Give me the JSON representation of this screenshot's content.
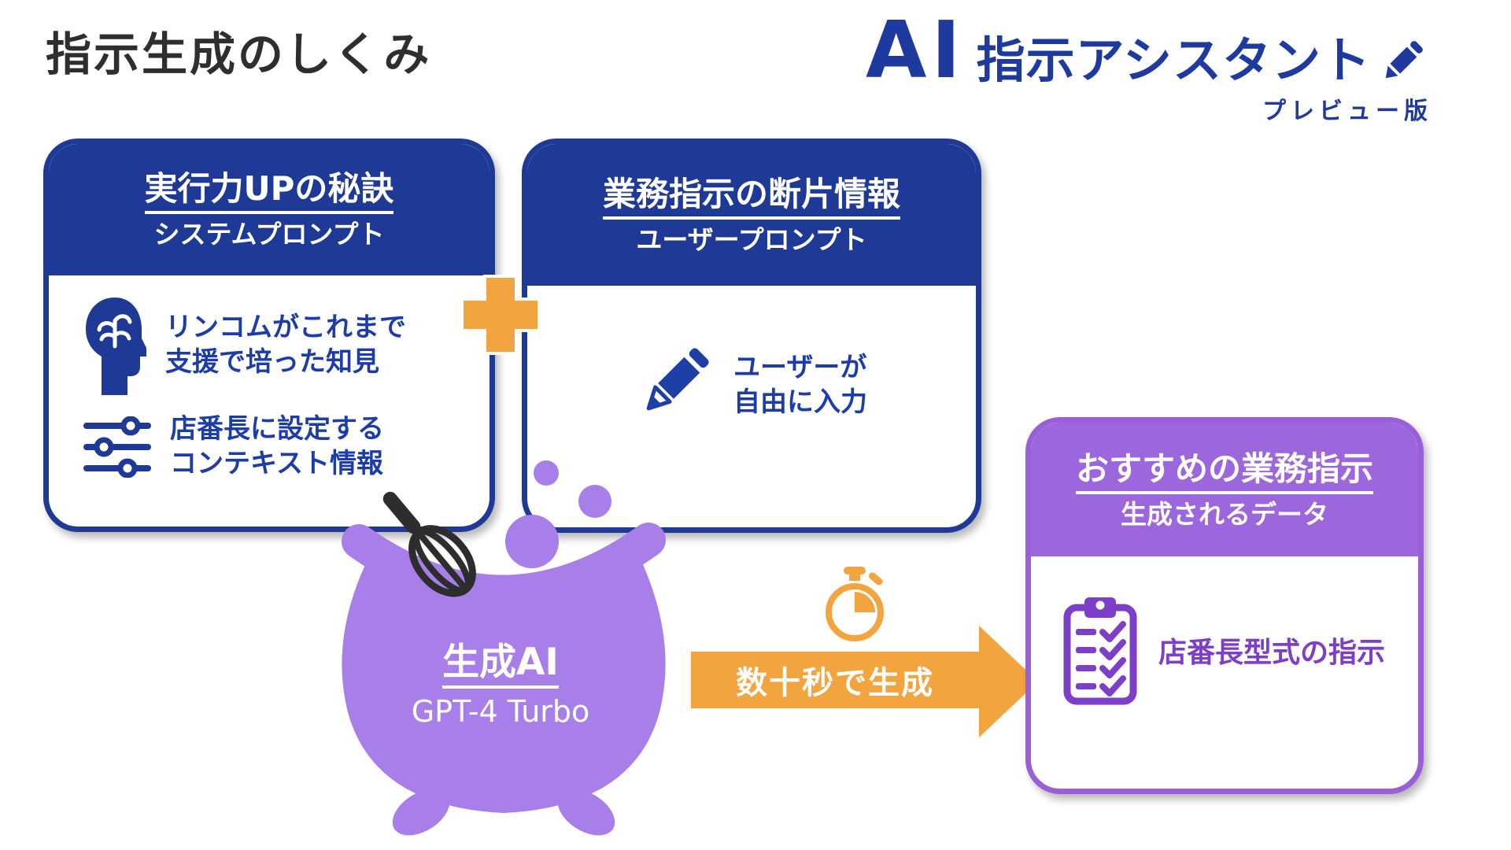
{
  "title": "指示生成のしくみ",
  "logo": {
    "text_ai": "AI",
    "text_jp": "指示アシスタント",
    "badge": "プレビュー版",
    "icon": "pencil-icon",
    "color": "#1e3a9e"
  },
  "colors": {
    "brand_blue": "#1e3a96",
    "body_text_blue": "#1c3da8",
    "orange": "#f2a43e",
    "cauldron_purple": "#a87ee9",
    "output_border_purple": "#9a5fd8",
    "output_header_purple": "#9c66dd",
    "output_text_purple": "#7d3fc8",
    "title_gray": "#2e2e2e"
  },
  "system_prompt_card": {
    "title": "実行力UPの秘訣",
    "subtitle": "システムプロンプト",
    "items": [
      {
        "icon": "brain-head-icon",
        "line1": "リンコムがこれまで",
        "line2": "支援で培った知見"
      },
      {
        "icon": "sliders-icon",
        "line1": "店番長に設定する",
        "line2": "コンテキスト情報"
      }
    ]
  },
  "user_prompt_card": {
    "title": "業務指示の断片情報",
    "subtitle": "ユーザープロンプト",
    "item": {
      "icon": "pencil-icon",
      "line1": "ユーザーが",
      "line2": "自由に入力"
    }
  },
  "generator": {
    "title": "生成AI",
    "subtitle": "GPT-4 Turbo",
    "icon": "cauldron-icon"
  },
  "process_arrow": {
    "label": "数十秒で生成",
    "icon": "stopwatch-icon"
  },
  "output_card": {
    "title": "おすすめの業務指示",
    "subtitle": "生成されるデータ",
    "item": {
      "icon": "clipboard-check-icon",
      "text": "店番長型式の指示"
    }
  }
}
